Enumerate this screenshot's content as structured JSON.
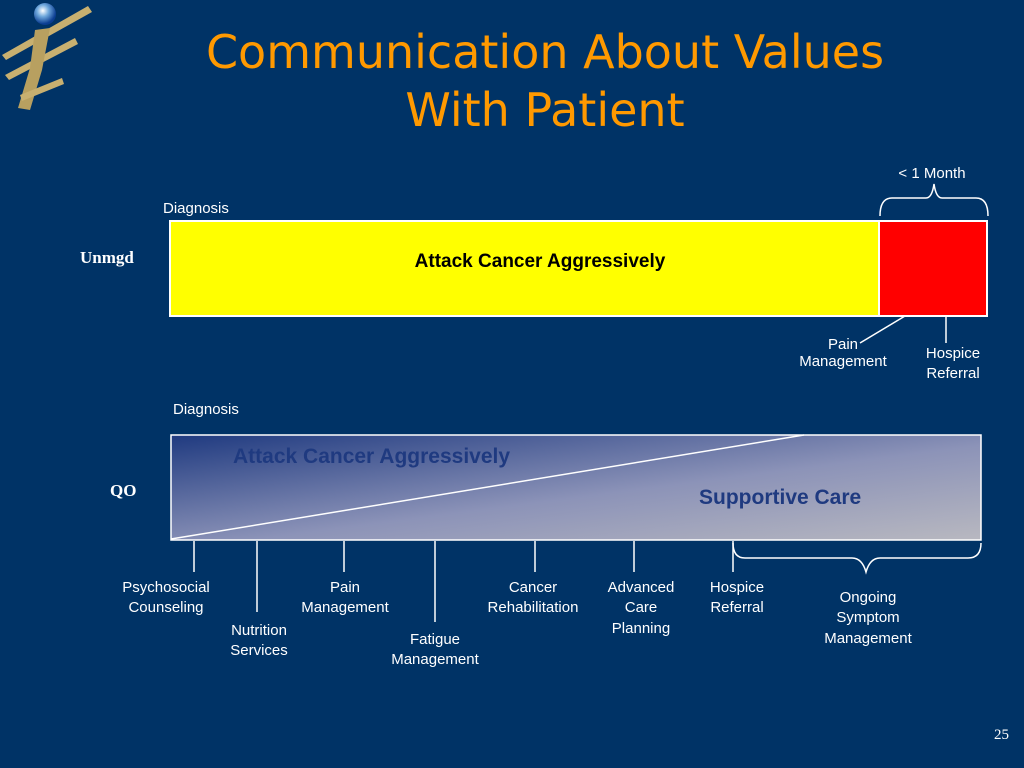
{
  "title_line1": "Communication About Values",
  "title_line2": "With Patient",
  "slide_number": "25",
  "logo": {
    "icon": "logo-figure-icon"
  },
  "unmanaged": {
    "row_label": "Unmgd",
    "diagnosis_label": "Diagnosis",
    "bar_text": "Attack Cancer Aggressively",
    "bar_color": "#ffff00",
    "end_color": "#ff0000",
    "bracket_label": "< 1 Month",
    "pain_label": "Pain\nManagement",
    "hospice_label": "Hospice\nReferral"
  },
  "qo": {
    "row_label": "QO",
    "diagnosis_label": "Diagnosis",
    "attack_text": "Attack Cancer Aggressively",
    "supportive_text": "Supportive Care",
    "services": [
      "Psychosocial\nCounseling",
      "Nutrition\nServices",
      "Pain\nManagement",
      "Fatigue\nManagement",
      "Cancer\nRehabilitation",
      "Advanced\nCare\nPlanning",
      "Hospice\nReferral",
      "Ongoing\nSymptom\nManagement"
    ]
  }
}
